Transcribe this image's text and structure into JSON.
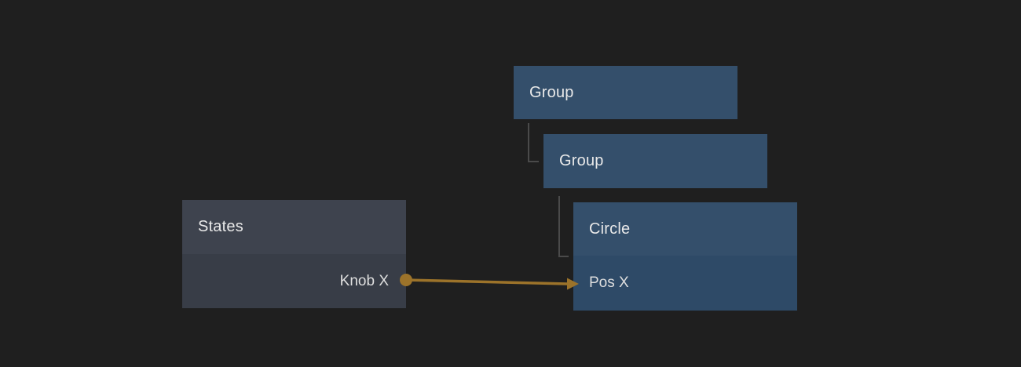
{
  "canvas": {
    "background": "#1f1f1f"
  },
  "palette": {
    "layer_header": "#344f6b",
    "layer_body": "#2e4a67",
    "states_header": "#3e434e",
    "states_body": "#383d47",
    "tree_connector": "#4a4a4a",
    "wire": "#9c732a",
    "text": "#e9e9e9"
  },
  "nodes": [
    {
      "id": "group-1",
      "title": "Group",
      "ports": []
    },
    {
      "id": "group-2",
      "title": "Group",
      "ports": []
    },
    {
      "id": "circle",
      "title": "Circle",
      "ports": [
        {
          "label": "Pos X",
          "direction": "input"
        }
      ]
    },
    {
      "id": "states",
      "title": "States",
      "ports": [
        {
          "label": "Knob X",
          "direction": "output"
        }
      ]
    }
  ],
  "hierarchy": [
    {
      "parent": "group-1",
      "child": "group-2"
    },
    {
      "parent": "group-2",
      "child": "circle"
    }
  ],
  "connections": [
    {
      "from_node": "states",
      "from_port": "Knob X",
      "to_node": "circle",
      "to_port": "Pos X"
    }
  ]
}
